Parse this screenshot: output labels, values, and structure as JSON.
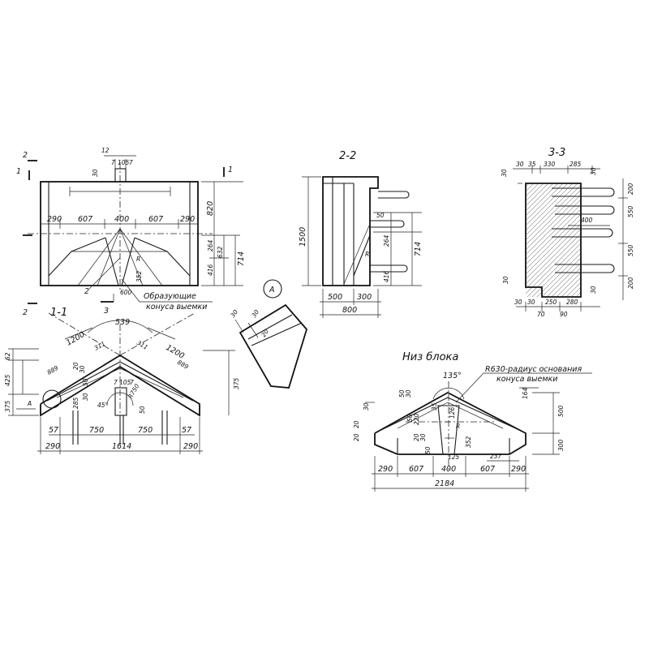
{
  "titles": {
    "sec11": "1-1",
    "sec22": "2-2",
    "sec33": "3-3",
    "bottom": "Низ блока",
    "viewA": "А"
  },
  "section_marks": {
    "m1a": "1",
    "m1b": "1",
    "m2a": "2",
    "m2b": "2",
    "m3": "3",
    "mark2": "2"
  },
  "front": {
    "top": {
      "d1": "12",
      "d2": "7",
      "d3": "105",
      "d4": "7",
      "d5": "30"
    },
    "row": [
      "290",
      "607",
      "400",
      "607",
      "290"
    ],
    "right": [
      "820",
      "264",
      "632",
      "416",
      "714"
    ],
    "inner": {
      "r": "R",
      "d1": "352",
      "d2": "600"
    },
    "note": [
      "Образующие",
      "конуса выемки"
    ]
  },
  "sec22": {
    "left": "1500",
    "right": [
      "50",
      "264",
      "714",
      "416"
    ],
    "bottom": [
      "500",
      "300"
    ],
    "total": "800",
    "r": "R"
  },
  "sec33": {
    "top": [
      "30",
      "35",
      "330",
      "285",
      "30"
    ],
    "left_top": "30",
    "right": [
      "200",
      "550",
      "400",
      "550",
      "200"
    ],
    "bottom": [
      "30",
      "30",
      "250",
      "280",
      "30"
    ],
    "bottom2": [
      "70",
      "90"
    ],
    "left_bottom": "30"
  },
  "detailA": {
    "d1": "30",
    "d2": "30",
    "d3": "20"
  },
  "sec11": {
    "top": "539",
    "arc": [
      "1200",
      "311",
      "311",
      "1200"
    ],
    "diag": [
      "889",
      "889"
    ],
    "left": [
      "62",
      "425",
      "375"
    ],
    "right": "375",
    "inner": [
      "20",
      "30",
      "285",
      "50",
      "30",
      "7",
      "105",
      "7",
      "45°",
      "R750",
      "50"
    ],
    "row": [
      "57",
      "750",
      "750",
      "57"
    ],
    "bottom": [
      "290",
      "1614",
      "290"
    ]
  },
  "bottom": {
    "angle": "135°",
    "note": [
      "R630-радиус основания",
      "конуса выемки"
    ],
    "left": [
      "30",
      "50",
      "30",
      "20",
      "20"
    ],
    "right": [
      "500",
      "300",
      "164"
    ],
    "inner": [
      "50",
      "220",
      "20",
      "30",
      "126",
      "35",
      "352",
      "50",
      "125",
      "237",
      "R"
    ],
    "row": [
      "290",
      "607",
      "400",
      "607",
      "290"
    ],
    "total": "2184"
  }
}
